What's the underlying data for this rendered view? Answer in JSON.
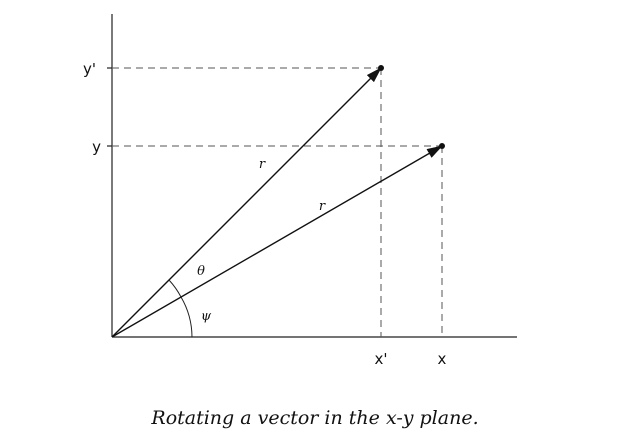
{
  "diagram": {
    "labels": {
      "y_prime": "y'",
      "y": "y",
      "x_prime": "x'",
      "x": "x",
      "r_upper": "r",
      "r_lower": "r",
      "theta": "θ",
      "psi": "ψ"
    },
    "caption": "Rotating a vector in the x-y plane."
  }
}
